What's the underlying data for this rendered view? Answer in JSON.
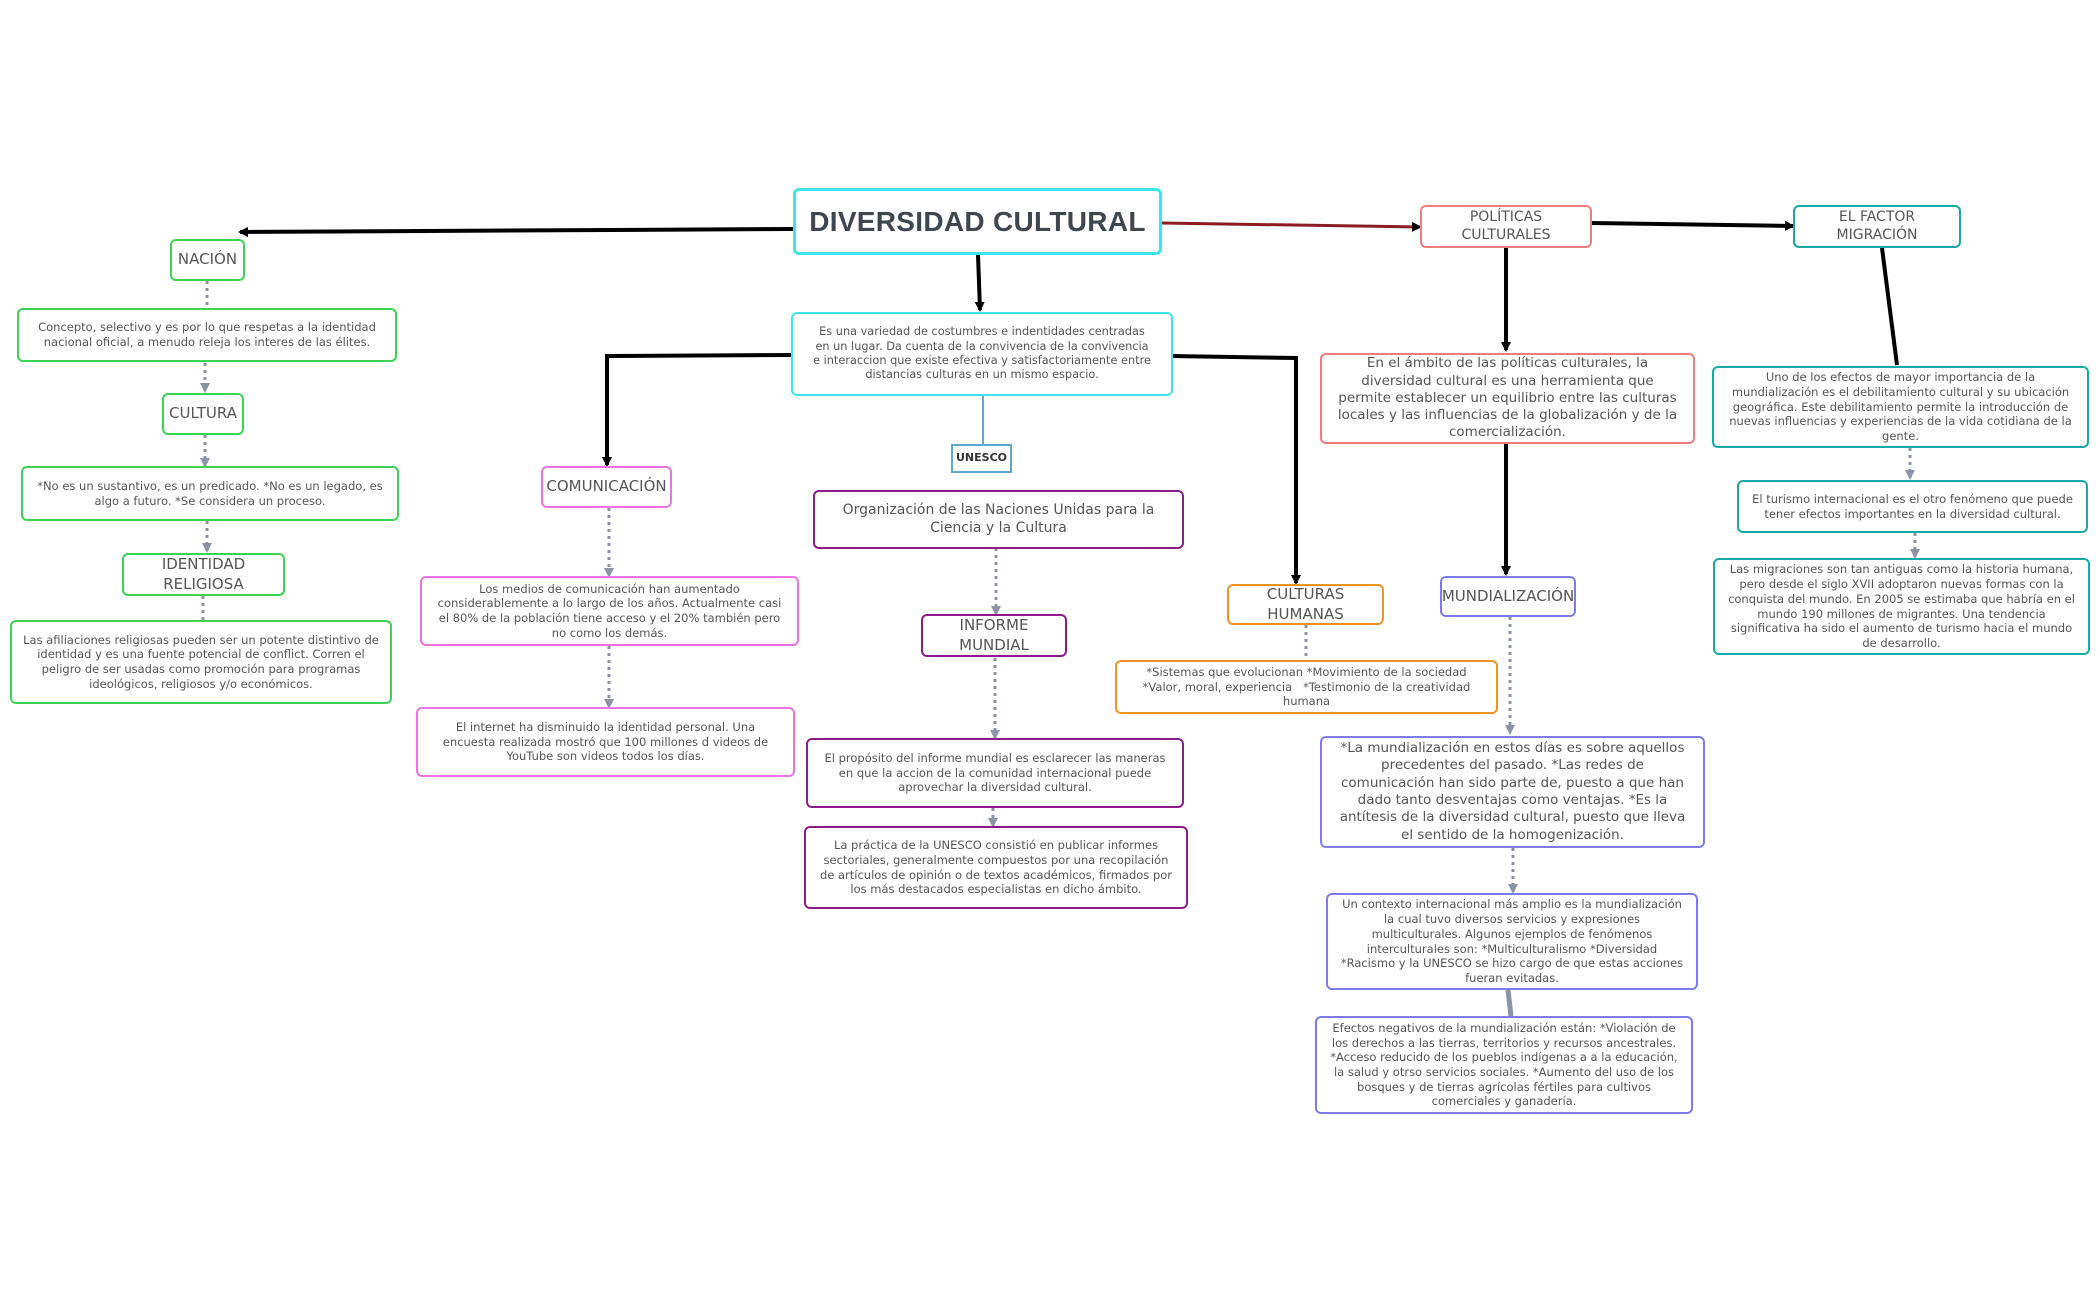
{
  "title": "DIVERSIDAD CULTURAL",
  "definition": "Es una variedad de costumbres e indentidades centradas en un lugar. Da cuenta de la convivencia de la convivencia e interaccion que existe efectiva y satisfactoriamente entre distancias culturas en un mismo espacio.",
  "unesco": "UNESCO",
  "unesco_full": "Organización de las Naciones Unidas para la Ciencia y la Cultura",
  "informe_mundial": "INFORME MUNDIAL",
  "informe_proposito": "El propósito del informe mundial es esclarecer las maneras en que la accion de la comunidad internacional puede aprovechar la diversidad cultural.",
  "informe_practica": "La práctica de la UNESCO consistió en publicar informes sectoriales, generalmente compuestos por una recopilación de artículos de opinión o de textos académicos, firmados por los más destacados especialistas en dicho ámbito.",
  "nacion": "NACIÓN",
  "nacion_text": "Concepto, selectivo y es por lo que respetas a la identidad nacional oficial, a menudo releja los interes de las élites.",
  "cultura": "CULTURA",
  "cultura_text": "*No es un sustantivo, es un predicado. *No es un legado, es algo a futuro. *Se considera un proceso.",
  "identidad": "IDENTIDAD RELIGIOSA",
  "identidad_text": "Las afiliaciones religiosas pueden ser un potente distintivo de identidad y es una fuente potencial de conflict. Corren el peligro de ser usadas como promoción para programas ideológicos, religiosos y/o económicos.",
  "comunicacion": "COMUNICACIÓN",
  "comunicacion_text1": "Los medios de comunicación han aumentado considerablemente a lo largo de los años. Actualmente casi el 80% de la población tiene acceso y el 20% también pero no como los demás.",
  "comunicacion_text2": "El internet ha disminuido la identidad personal. Una encuesta realizada mostró que 100 millones d videos de YouTube son videos todos los días.",
  "culturas_humanas": "CULTURAS HUMANAS",
  "culturas_humanas_text": "*Sistemas que evolucionan *Movimiento de la sociedad          *Valor, moral, experiencia   *Testimonio de la creatividad humana",
  "politicas": "POLÍTICAS CULTURALES",
  "politicas_text": "En el ámbito de las políticas culturales, la diversidad cultural es una herramienta que permite establecer un equilibrio entre las culturas locales y las influencias de la globalización y de la comercialización.",
  "mundializacion": "MUNDIALIZACIÓN",
  "mund_text1": "*La mundialización en estos días es sobre aquellos precedentes del pasado.  *Las redes de comunicación han sido parte de, puesto a que han dado tanto desventajas como ventajas. *Es la antítesis de la diversidad cultural, puesto que lleva el sentido de la homogenización.",
  "mund_text2": "Un contexto internacional más amplio es la mundialización la cual tuvo diversos servicios y expresiones multiculturales. Algunos ejemplos de fenómenos interculturales son: *Multiculturalismo *Diversidad *Racismo y la UNESCO se hizo cargo de que estas acciones fueran evitadas.",
  "mund_text3": "Efectos negativos de la mundialización están:  *Violación  de los derechos a las tierras, territorios y recursos ancestrales. *Acceso reducido de los pueblos indígenas a a la educación, la salud y otrso servicios sociales. *Aumento del uso de los bosques y de tierras agrícolas fértiles para cultivos comerciales y ganadería.",
  "migracion": "EL FACTOR MIGRACIÓN",
  "migracion_text1": "Uno de los efectos de mayor importancia de la mundialización es el debilitamiento cultural y su ubicación geográfica. Este debilitamiento permite la introducción de nuevas influencias y experiencias de la vida cotidiana de la gente.",
  "migracion_text2": "El turismo internacional es el otro fenómeno que puede tener efectos importantes en la diversidad cultural.",
  "migracion_text3": "Las migraciones son tan antiguas como la historia humana, pero desde el siglo XVII adoptaron nuevas formas con la conquista del mundo. En 2005 se estimaba que habría en el mundo 190 millones de migrantes. Una tendencia significativa ha sido el aumento de turismo hacia el mundo de desarrollo.",
  "colors": {
    "main_edge": "#000000",
    "link_edge": "#8b1c24",
    "dotted_edge": "#8a94a6",
    "unesco_edge": "#5da9d0"
  }
}
